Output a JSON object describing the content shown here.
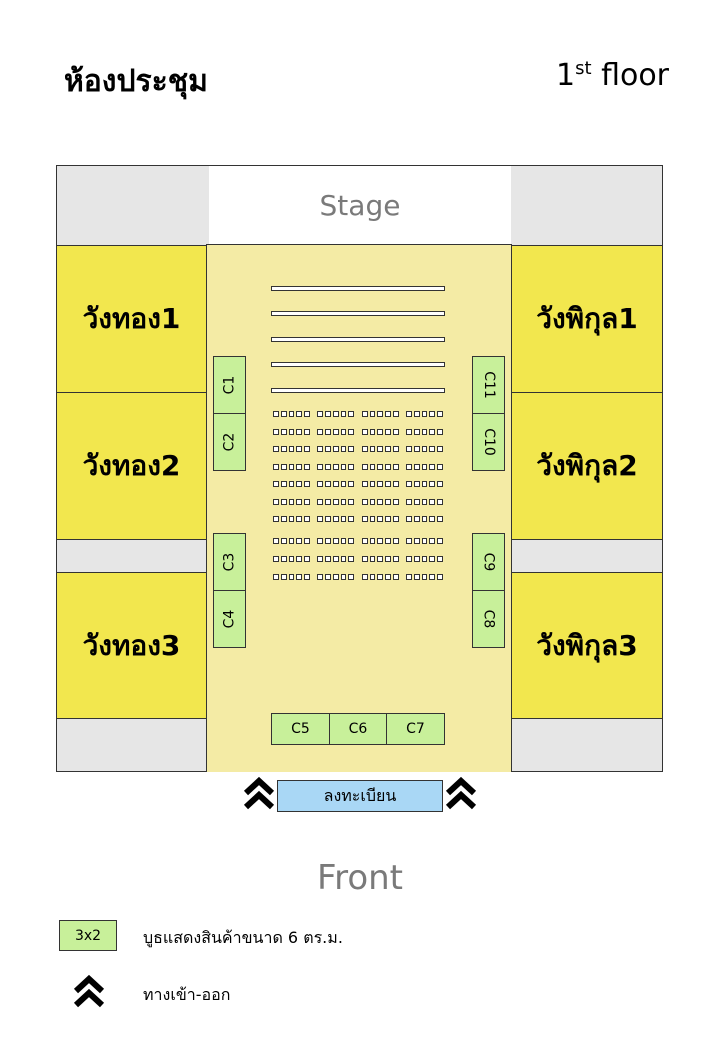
{
  "title": "ห้องประชุม",
  "floor": {
    "number": "1",
    "suffix": "st",
    "word": "floor"
  },
  "stage": "Stage",
  "rooms": {
    "left": [
      "วังทอง1",
      "วังทอง2",
      "วังทอง3"
    ],
    "right": [
      "วังพิกุล1",
      "วังพิกุล2",
      "วังพิกุล3"
    ]
  },
  "booths": {
    "c1": "C1",
    "c2": "C2",
    "c3": "C3",
    "c4": "C4",
    "c5": "C5",
    "c6": "C6",
    "c7": "C7",
    "c8": "C8",
    "c9": "C9",
    "c10": "C10",
    "c11": "C11"
  },
  "registration": "ลงทะเบียน",
  "front": "Front",
  "legend": {
    "booth_size": "3x2",
    "booth_desc": "บูธแสดงสินค้าขนาด 6 ตร.ม.",
    "entrance_desc": "ทางเข้า-ออก"
  },
  "colors": {
    "room": "#f2e74e",
    "hall": "#f4eba5",
    "booth": "#c8f09a",
    "registration": "#a9d7f5",
    "corridor": "#e6e6e6"
  },
  "icons": [
    "double-chevron-up-icon"
  ]
}
